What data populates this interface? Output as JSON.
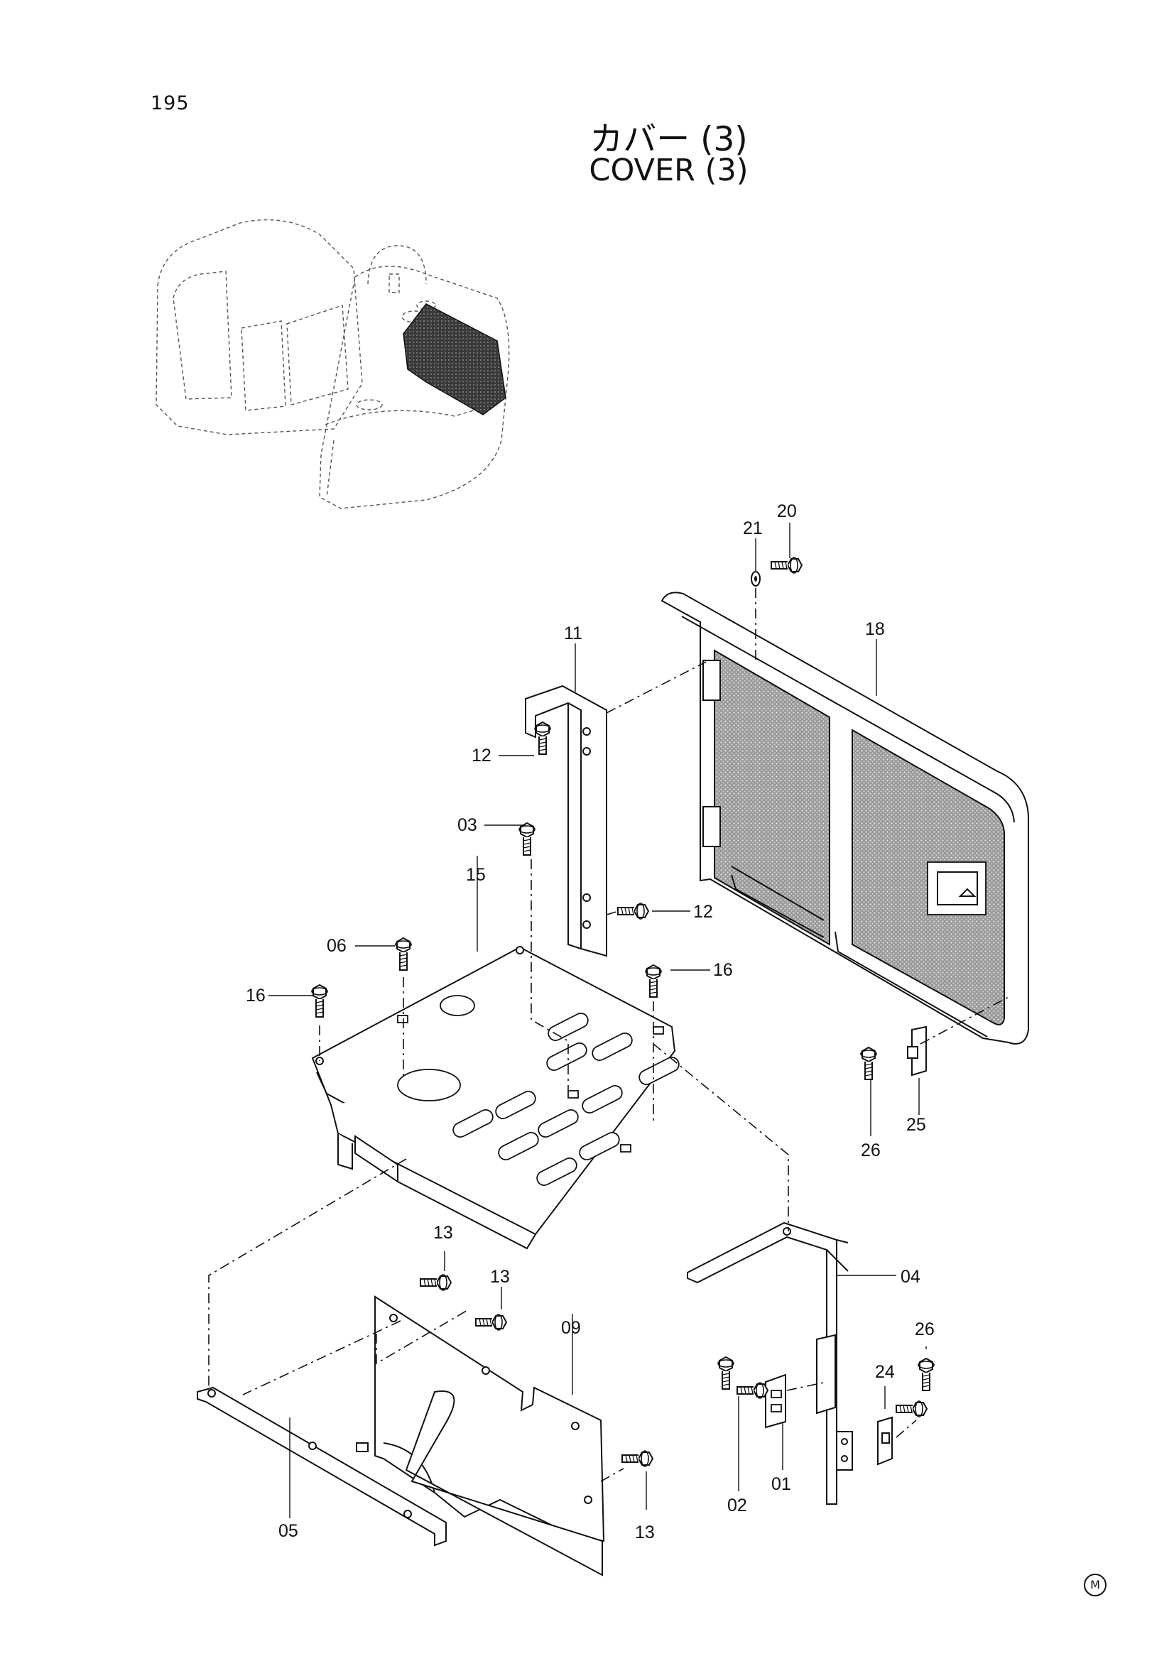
{
  "page": {
    "number": "195",
    "title_jp": "カバー (3)",
    "title_en": "COVER (3)",
    "mark": "M"
  },
  "callouts": {
    "p01": "01",
    "p02": "02",
    "p03": "03",
    "p04": "04",
    "p05": "05",
    "p06": "06",
    "p09": "09",
    "p11": "11",
    "p12a": "12",
    "p12b": "12",
    "p13a": "13",
    "p13b": "13",
    "p13c": "13",
    "p15": "15",
    "p16a": "16",
    "p16b": "16",
    "p18": "18",
    "p20": "20",
    "p21": "21",
    "p24": "24",
    "p25": "25",
    "p26a": "26",
    "p26b": "26"
  },
  "icons": [
    "excavator-overview-icon",
    "bolt-icon",
    "washer-icon",
    "mesh-cover-icon",
    "m-mark-icon"
  ]
}
